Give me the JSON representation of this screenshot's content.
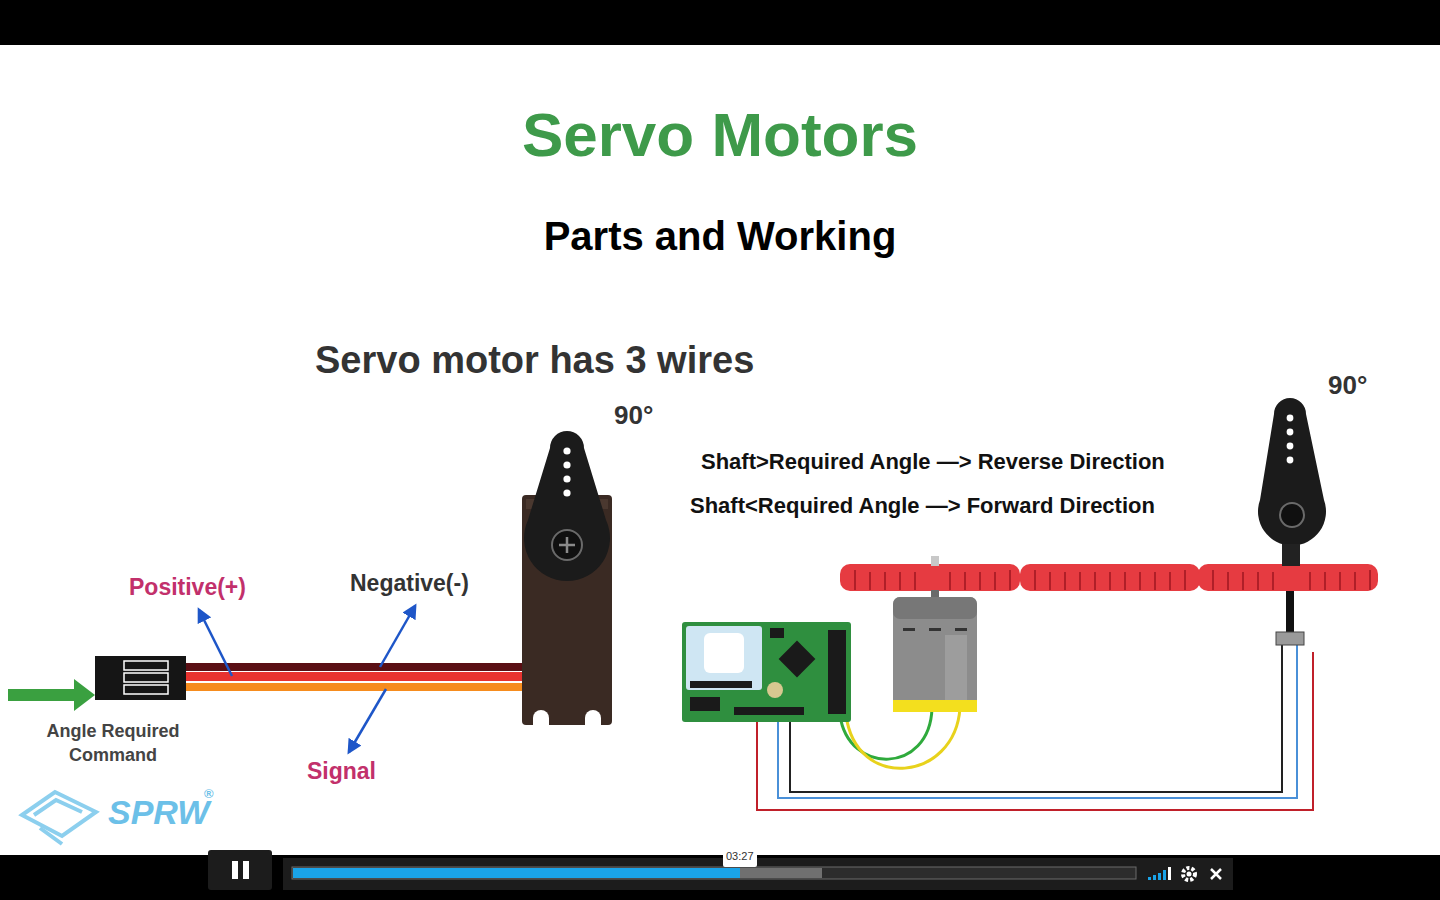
{
  "diagram": {
    "title": "Servo Motors",
    "nodes": [
      {
        "text": [
          "03:27"
        ]
      }
    ],
    "labels": [
      "Parts and Working",
      "Servo motor has 3 wires",
      "90°",
      "Shaft>Required Angle —> Reverse Direction",
      "Shaft<Required Angle —> Forward Direction",
      "90°",
      "Positive(+)",
      "Negative(-)",
      "Signal",
      "Angle Required Command",
      "SPRW",
      "®"
    ]
  }
}
